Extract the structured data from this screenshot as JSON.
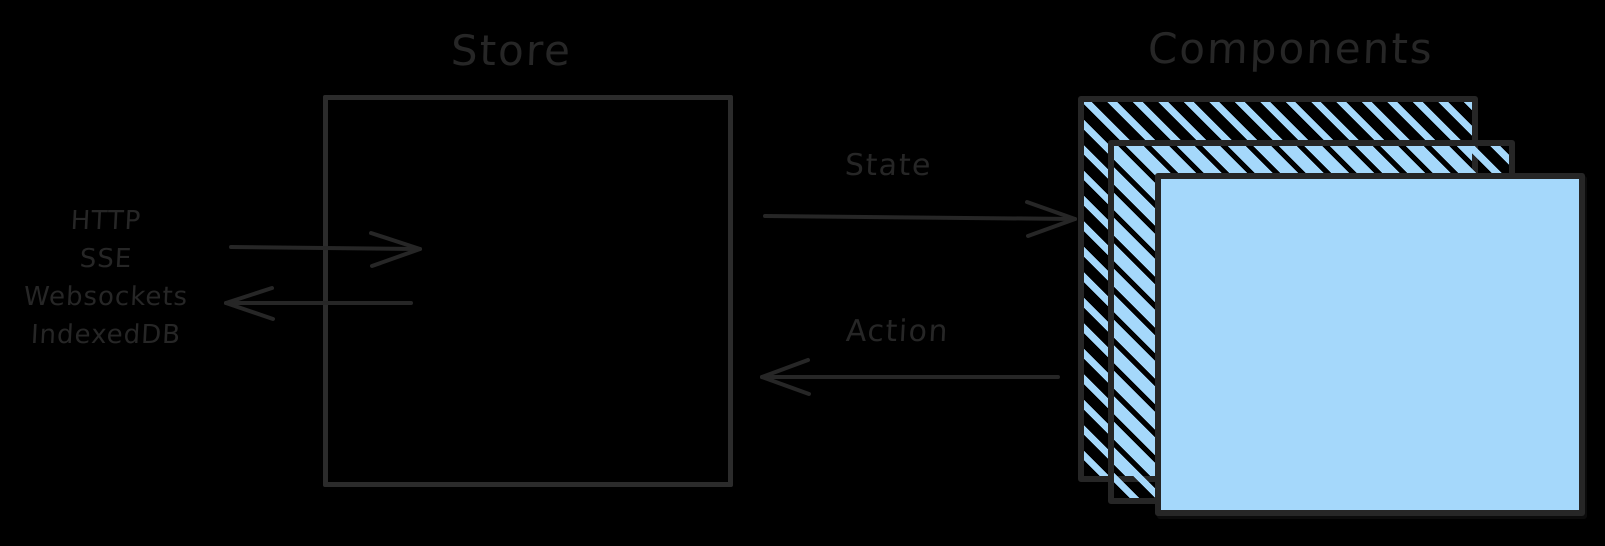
{
  "diagram": {
    "title_store": "Store",
    "title_components": "Components",
    "background_color": "#000000",
    "stroke_color": "#262626",
    "card_fill_color": "#a5d8fb",
    "protocol_labels": [
      "HTTP",
      "SSE",
      "Websockets",
      "IndexedDB"
    ],
    "flow_labels": {
      "state": "State",
      "action": "Action"
    },
    "arrows": [
      {
        "name": "external-in",
        "direction": "right",
        "label": ""
      },
      {
        "name": "external-out",
        "direction": "left",
        "label": ""
      },
      {
        "name": "state-flow",
        "direction": "right",
        "label": "State"
      },
      {
        "name": "action-flow",
        "direction": "left",
        "label": "Action"
      }
    ],
    "component_cards": [
      {
        "name": "card-back",
        "style": "hatched"
      },
      {
        "name": "card-middle",
        "style": "hatched"
      },
      {
        "name": "card-front",
        "style": "solid"
      }
    ]
  }
}
